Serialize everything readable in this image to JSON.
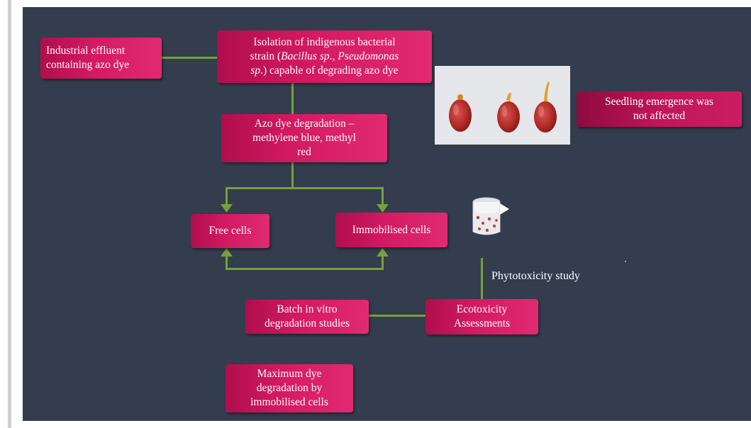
{
  "boxes": {
    "effluent": [
      "Industrial effluent",
      "containing azo dye"
    ],
    "isolation": {
      "line1": "Isolation of indigenous bacterial",
      "line2_prefix": "strain (",
      "line2_italic1": "Bacillus sp",
      "line2_mid": "., ",
      "line2_italic2": "Pseudomonas",
      "line3_italic": "sp.",
      "line3_rest": ") capable of degrading azo dye"
    },
    "degradation": [
      "Azo dye degradation –",
      "methylene blue, methyl",
      "red"
    ],
    "free_cells": "Free cells",
    "immobilised_cells": "Immobilised cells",
    "seedling": [
      "Seedling emergence was",
      "not affected"
    ],
    "batch": [
      "Batch in vitro",
      "degradation studies"
    ],
    "ecotoxicity": [
      "Ecotoxicity",
      "Assessments"
    ],
    "maximum": [
      "Maximum dye",
      "degradation by",
      "immobilised cells"
    ]
  },
  "labels": {
    "phytotoxicity": "Phytotoxicity study"
  },
  "colors": {
    "background": "#333d4d",
    "box": "#d41a63",
    "connector": "#75a13a"
  },
  "icons": [
    "seed-icon",
    "seed-icon",
    "seed-icon",
    "beaker-icon"
  ]
}
